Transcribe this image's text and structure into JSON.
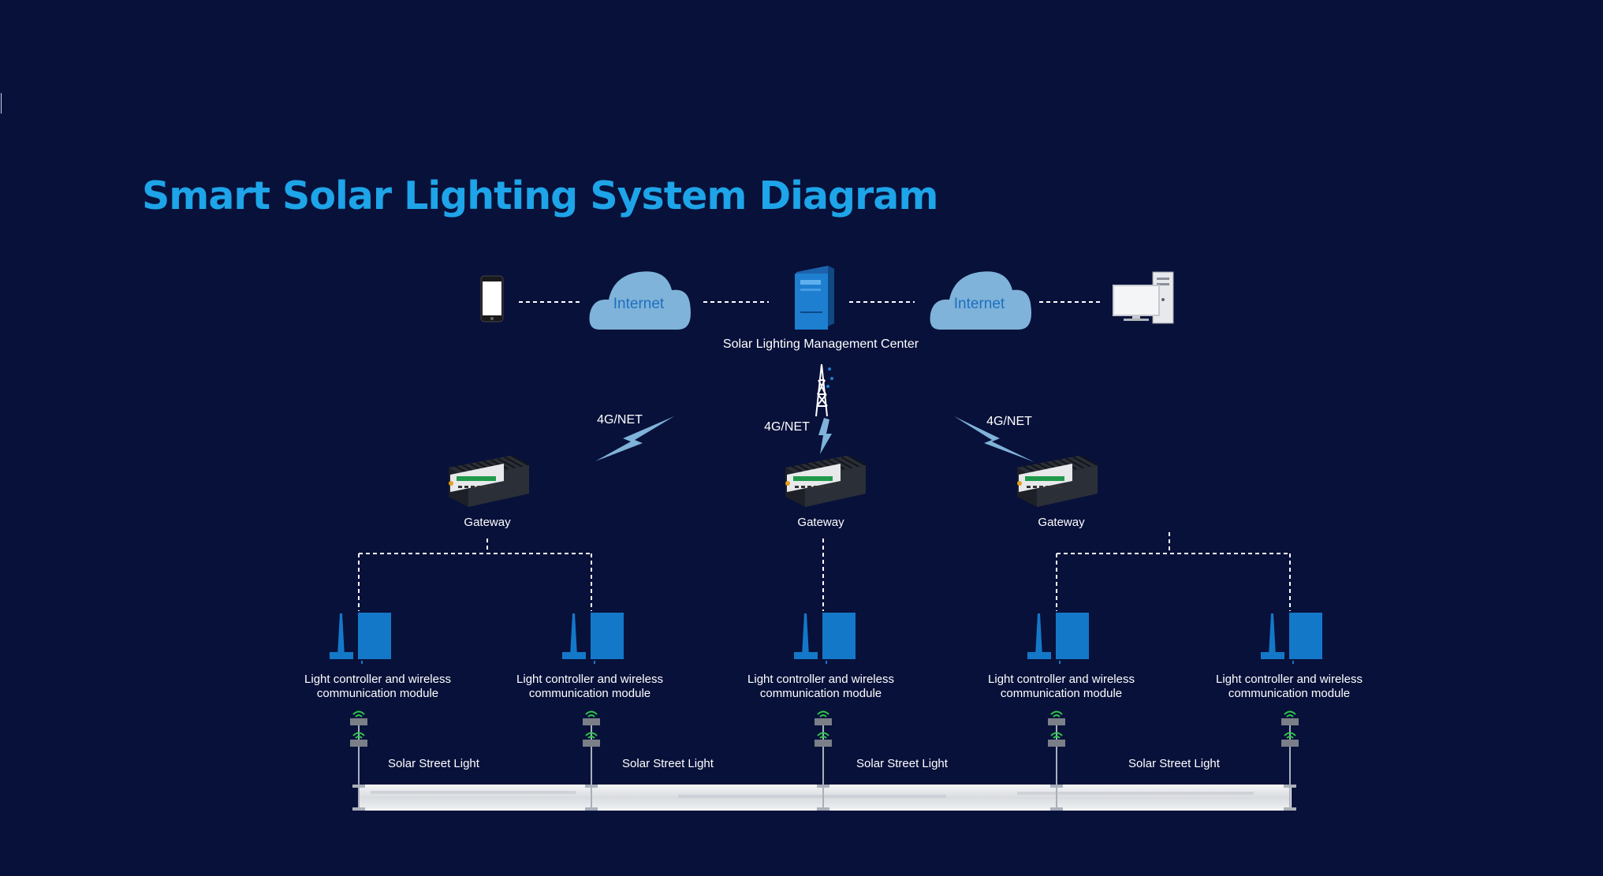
{
  "title": "Smart Solar Lighting System Diagram",
  "top_row": {
    "cloud_left_label": "Internet",
    "cloud_right_label": "Internet",
    "center_label": "Solar Lighting Management Center"
  },
  "links": {
    "left": "4G/NET",
    "center": "4G/NET",
    "right": "4G/NET"
  },
  "gateways": [
    "Gateway",
    "Gateway",
    "Gateway"
  ],
  "controllers": [
    {
      "line1": "Light controller and wireless",
      "line2": "communication module"
    },
    {
      "line1": "Light controller and wireless",
      "line2": "communication module"
    },
    {
      "line1": "Light controller and wireless",
      "line2": "communication module"
    },
    {
      "line1": "Light controller and wireless",
      "line2": "communication module"
    },
    {
      "line1": "Light controller and wireless",
      "line2": "communication module"
    }
  ],
  "street_lights": [
    "Solar Street Light",
    "Solar Street Light",
    "Solar Street Light",
    "Solar Street Light"
  ],
  "colors": {
    "background": "#08113a",
    "title": "#1ea4e8",
    "cloud": "#7fb3d9",
    "device_blue": "#1478c8",
    "bolt": "#7fb3d9",
    "wifi": "#2fc84a"
  },
  "icons": [
    "smartphone-icon",
    "cloud-icon",
    "server-icon",
    "desktop-computer-icon",
    "signal-tower-icon",
    "lightning-icon",
    "gateway-device-icon",
    "antenna-icon",
    "controller-box-icon",
    "wifi-icon",
    "street-light-icon"
  ]
}
